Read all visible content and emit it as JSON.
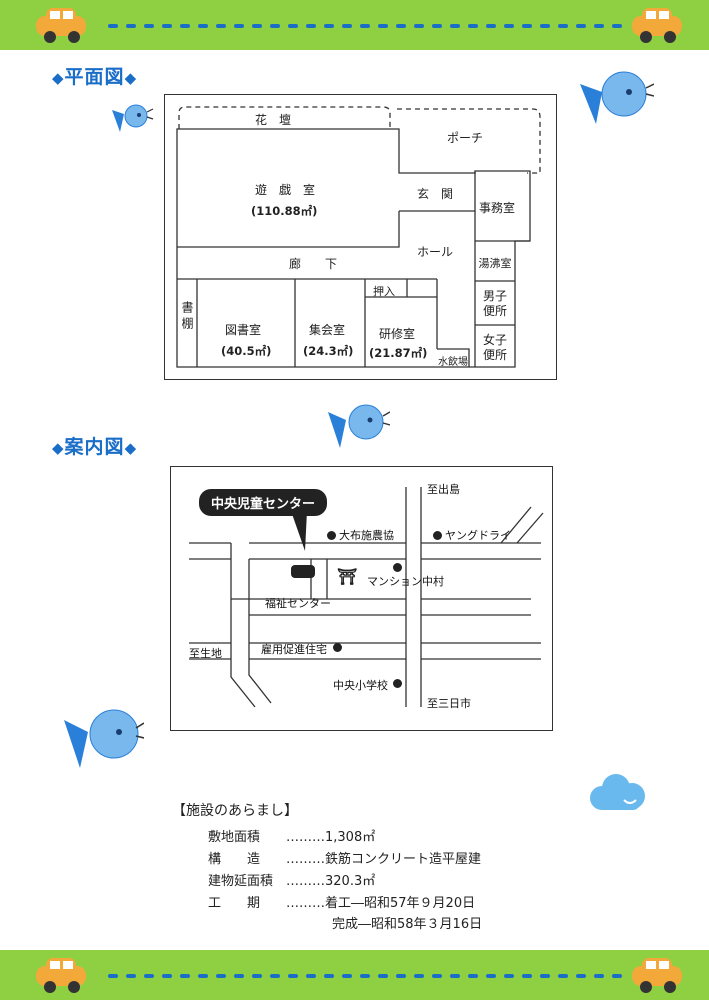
{
  "floor_plan": {
    "heading": "平面図",
    "rooms": {
      "kadan": "花　壇",
      "porch": "ポーチ",
      "playroom": "遊　戯　室",
      "playroom_area": "(110.88㎡)",
      "genkan": "玄　関",
      "office": "事務室",
      "hall": "ホール",
      "yuwakashi": "湯沸室",
      "corridor": "廊　　下",
      "men_toilet": "男子便所",
      "women_toilet": "女子便所",
      "shelf": "書棚",
      "library": "図書室",
      "library_area": "(40.5㎡)",
      "assembly": "集会室",
      "assembly_area": "(24.3㎡)",
      "closet": "押入",
      "training": "研修室",
      "training_area": "(21.87㎡)",
      "water": "水飲場"
    }
  },
  "guide_map": {
    "heading": "案内図",
    "callout": "中央児童センター",
    "labels": {
      "dejima": "至出島",
      "obu": "大布施農協",
      "yang": "ヤングドライ",
      "mansion": "マンション中村",
      "welfare": "福祉センター",
      "ikuchi": "至生地",
      "koyo": "雇用促進住宅",
      "school": "中央小学校",
      "mikkaichi": "至三日市"
    }
  },
  "facility": {
    "heading": "【施設のあらまし】",
    "rows": [
      {
        "label": "敷地面積",
        "dots": "………",
        "value": "1,308㎡"
      },
      {
        "label": "構　　造",
        "dots": "………",
        "value": "鉄筋コンクリート造平屋建"
      },
      {
        "label": "建物延面積",
        "dots": "………",
        "value": "320.3㎡"
      },
      {
        "label": "工　　期",
        "dots": "………",
        "value": "着工―昭和57年９月20日"
      }
    ],
    "completion": "完成―昭和58年３月16日"
  },
  "colors": {
    "band": "#8fd043",
    "heading": "#1a6ec8",
    "bird": "#2a7fd8",
    "bird_face": "#79b8ec",
    "cloud": "#6ab9ee",
    "car": "#f3a93a"
  }
}
